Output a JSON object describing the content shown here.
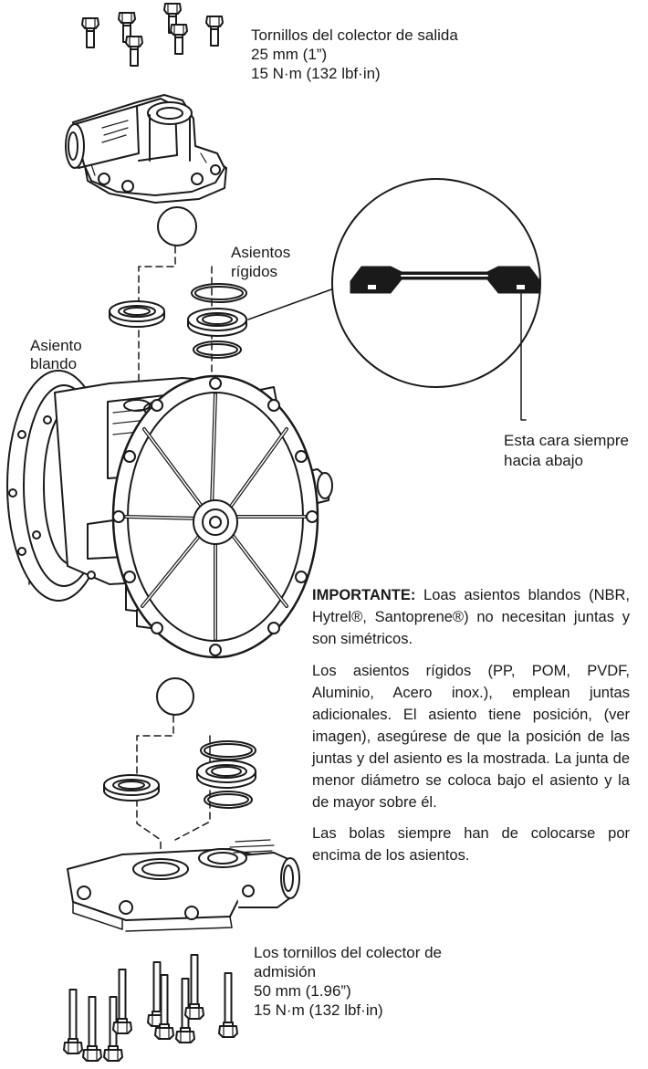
{
  "labels": {
    "outlet_bolts": {
      "title": "Tornillos del colector de salida",
      "length": "25 mm (1”)",
      "torque": "15 N·m (132 lbf·in)"
    },
    "rigid_seats": {
      "line1": "Asientos",
      "line2": "rígidos"
    },
    "soft_seat": {
      "line1": "Asiento",
      "line2": "blando"
    },
    "face_note": {
      "line1": "Esta cara siempre",
      "line2": "hacia abajo"
    },
    "inlet_bolts": {
      "line1": "Los tornillos del colector de",
      "line2": "admisión",
      "length": "50 mm (1.96”)",
      "torque": "15 N·m (132 lbf·in)"
    }
  },
  "notes": {
    "important_heading": "IMPORTANTE:",
    "important_text": " Loas asientos blandos (NBR, Hytrel®, Santoprene®) no necesitan juntas y son simétricos.",
    "rigid_text": "Los asientos rígidos (PP, POM, PVDF, Aluminio, Acero inox.), emplean juntas adicionales. El asiento tiene posición, (ver imagen), asegúrese de que la posición de las juntas y del asiento es la mostrada. La junta de menor diámetro se coloca bajo el asiento y la de mayor sobre él.",
    "balls_text": "Las bolas siempre han de colocarse por encima de los asientos."
  },
  "colors": {
    "ink": "#1a1a1a",
    "background": "#ffffff"
  }
}
